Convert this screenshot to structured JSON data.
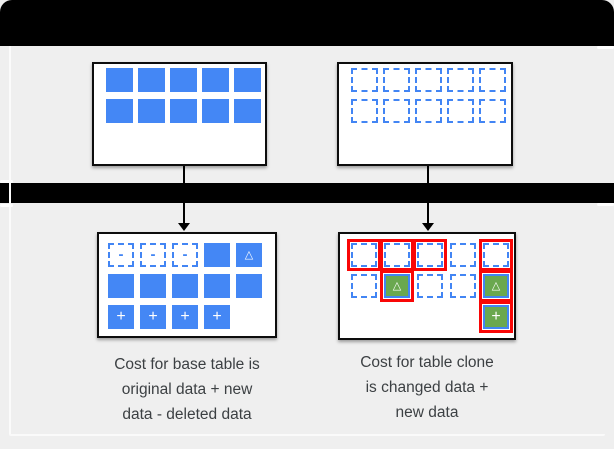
{
  "colors": {
    "bar": "#000000",
    "background": "#efefef",
    "box_background": "#ffffff",
    "box_border": "#0d0d0d",
    "blue": "#4487f5",
    "blue_outline": "#4285f4",
    "green": "#6aa84f",
    "red": "#f90606",
    "text": "#3c4043"
  },
  "glyphs": {
    "minus": "-",
    "plus": "+",
    "triangle": "△"
  },
  "diagram": {
    "base_table_before": {
      "cells": [
        "solid",
        "solid",
        "solid",
        "solid",
        "solid",
        "solid",
        "solid",
        "solid",
        "solid",
        "solid"
      ]
    },
    "clone_table_before": {
      "cells": [
        "dashed",
        "dashed",
        "dashed",
        "dashed",
        "dashed",
        "dashed",
        "dashed",
        "dashed",
        "dashed",
        "dashed"
      ]
    },
    "base_table_after": {
      "cells": [
        "dashed-minus",
        "dashed-minus",
        "dashed-minus",
        "solid",
        "solid-triangle",
        "solid",
        "solid",
        "solid",
        "solid",
        "solid",
        "solid-plus",
        "solid-plus",
        "solid-plus",
        "solid-plus",
        "empty"
      ]
    },
    "clone_table_after": {
      "cells": [
        "dashed red",
        "dashed red",
        "dashed red",
        "dashed",
        "dashed red",
        "dashed",
        "green-triangle red",
        "dashed",
        "dashed",
        "green-triangle red",
        "empty",
        "empty",
        "empty",
        "empty",
        "green-plus red"
      ]
    },
    "captions": {
      "left": [
        "Cost for base table is",
        "original data + new",
        "data - deleted data"
      ],
      "right": [
        "Cost for table clone",
        "is changed data +",
        "new data"
      ]
    }
  }
}
